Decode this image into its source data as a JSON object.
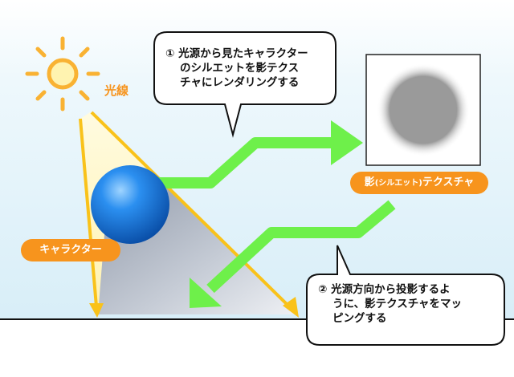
{
  "labels": {
    "light": "光線",
    "character": "キャラクター",
    "shadow_texture_prefix": "影",
    "shadow_texture_paren": "(シルエット)",
    "shadow_texture_suffix": "テクスチャ"
  },
  "callout1": {
    "line1": "① 光源から見たキャラクター",
    "line2": "のシルエットを影テクス",
    "line3": "チャにレンダリングする"
  },
  "callout2": {
    "line1": "② 光源方向から投影するよ",
    "line2": "うに、影テクスチャをマッ",
    "line3": "ピングする"
  },
  "colors": {
    "sun": "#f9b233",
    "beam": "#fff7c2",
    "accent": "#f7941d",
    "arrow_green": "#6ef04a",
    "sphere": "#1c83e8",
    "sky": "#e2f3fb"
  }
}
